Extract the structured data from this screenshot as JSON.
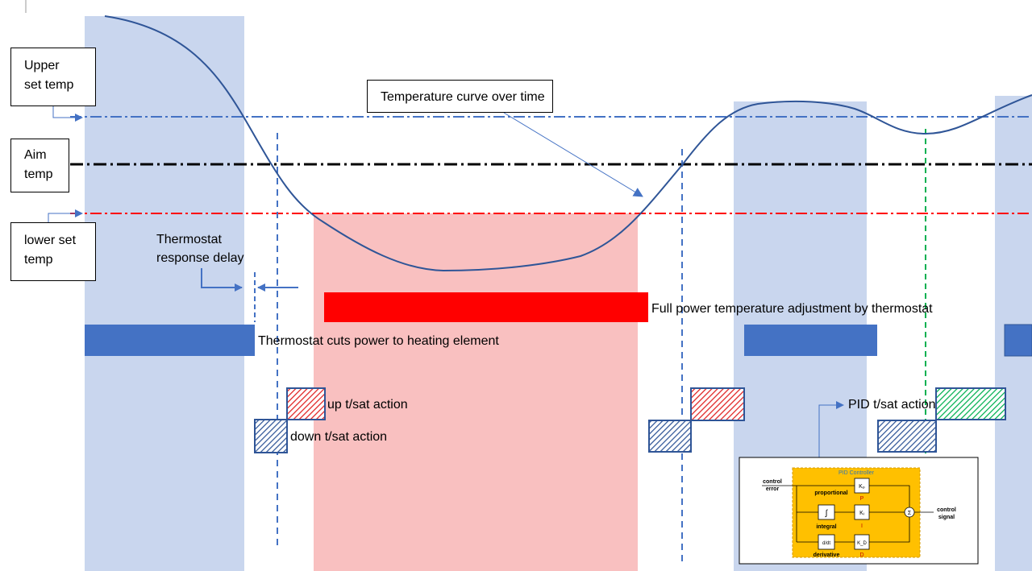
{
  "labels": {
    "upper_set_temp": [
      "Upper",
      "set temp"
    ],
    "aim_temp": [
      "Aim",
      "temp"
    ],
    "lower_set_temp": [
      "lower set",
      "temp"
    ],
    "temperature_curve": "Temperature curve over time",
    "thermostat_delay": [
      "Thermostat",
      "response delay"
    ],
    "full_power": "Full power temperature adjustment by thermostat",
    "cuts_power": "Thermostat cuts power to heating element",
    "up_action": "up t/sat action",
    "down_action": "down t/sat action",
    "pid_action": "PID t/sat action"
  },
  "pid_controller": {
    "title": "PID Controller",
    "input": [
      "control",
      "error"
    ],
    "output": [
      "control",
      "signal"
    ],
    "proportional": "proportional",
    "integral": "integral",
    "derivative": "derivative",
    "p": "P",
    "i": "I",
    "d": "D",
    "kp": "Kₚ",
    "ki": "Kᵢ",
    "kd": "K_D",
    "integral_symbol": "∫",
    "derivative_symbol": "d/dt",
    "sum_symbol": "Σ"
  },
  "colors": {
    "heating_band": "#c9d6ee",
    "cooling_band": "#f9c0c0",
    "blue_bar": "#4472c4",
    "red_bar": "#ff0000",
    "curve": "#2f5597",
    "upper_line": "#4472c4",
    "aim_line": "#000000",
    "lower_line": "#ff0000",
    "pid_line": "#00b050",
    "pid_box": "#ffc000"
  }
}
